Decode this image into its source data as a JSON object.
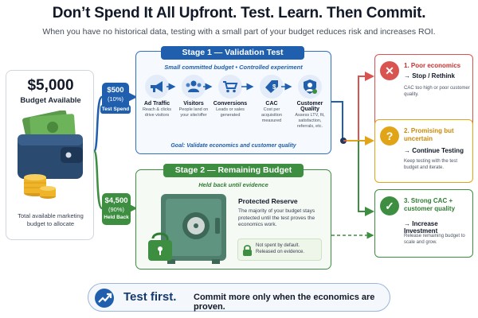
{
  "header": {
    "title": "Don’t Spend It All Upfront. Test. Learn. Then Commit.",
    "subtitle": "When you have no historical data, testing with a small part of your budget reduces risk and increases ROI."
  },
  "budget": {
    "amount": "$5,000",
    "label": "Budget Available",
    "description": "Total available marketing budget to allocate"
  },
  "split": {
    "test": {
      "amount": "$500",
      "percent": "(10%)",
      "caption": "Test Spend"
    },
    "held": {
      "amount": "$4,500",
      "percent": "(90%)",
      "caption": "Held Back"
    }
  },
  "stage1": {
    "title": "Stage 1 — Validation Test",
    "subtitle": "Small committed budget • Controlled experiment",
    "steps": [
      {
        "name": "Ad Traffic",
        "desc": "Reach & clicks drive visitors",
        "icon": "megaphone-icon"
      },
      {
        "name": "Visitors",
        "desc": "People land on your site/offer",
        "icon": "people-icon"
      },
      {
        "name": "Conversions",
        "desc": "Leads or sales generated",
        "icon": "cart-icon"
      },
      {
        "name": "CAC",
        "desc": "Cost per acquisition measured",
        "icon": "price-tag-icon"
      },
      {
        "name": "Customer Quality",
        "desc": "Assess LTV, fit, satisfaction, referrals, etc.",
        "icon": "shield-star-icon"
      }
    ],
    "goal": "Goal: Validate economics and customer quality"
  },
  "stage2": {
    "title": "Stage 2 — Remaining Budget",
    "subtitle": "Held back until evidence",
    "reserve_title": "Protected Reserve",
    "reserve_desc": "The majority of your budget stays protected until the test proves the economics work.",
    "note": "Not spent by default. Released on evidence."
  },
  "outcomes": [
    {
      "title": "1. Poor economics",
      "action": "→ Stop / Rethink",
      "desc": "CAC too high or poor customer quality.",
      "color": "#d9534f",
      "icon": "x-icon"
    },
    {
      "title": "2. Promising but uncertain",
      "action": "→ Continue Testing",
      "desc": "Keep testing with the test budget and iterate.",
      "color": "#e2a417",
      "icon": "question-icon"
    },
    {
      "title": "3. Strong CAC + customer quality",
      "action": "→ Increase Investment",
      "desc": "Release remaining budget to scale and grow.",
      "color": "#3e8e41",
      "icon": "check-icon"
    }
  ],
  "footer": {
    "strong": "Test first.",
    "rest": "Commit more only when the economics are proven."
  },
  "colors": {
    "stage1": "#1f5fae",
    "stage2": "#3e8e41",
    "poor": "#d9534f",
    "uncertain": "#e2a417",
    "strong": "#3e8e41"
  }
}
